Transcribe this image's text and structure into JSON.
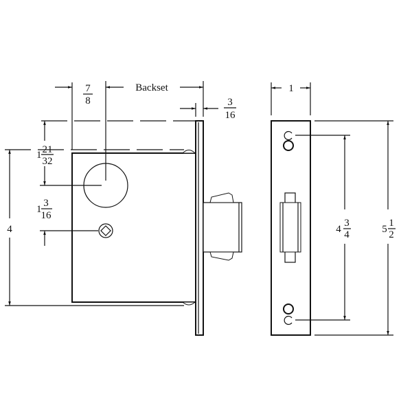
{
  "dimensions": {
    "seven_eighths": {
      "num": "7",
      "den": "8"
    },
    "backset": "Backset",
    "three_sixteenths": {
      "num": "3",
      "den": "16"
    },
    "one_21_32": {
      "whole": "1",
      "num": "21",
      "den": "32"
    },
    "one_3_16": {
      "whole": "1",
      "num": "3",
      "den": "16"
    },
    "four": "4",
    "one": "1",
    "four_3_4": {
      "whole": "4",
      "num": "3",
      "den": "4"
    },
    "five_1_2": {
      "whole": "5",
      "num": "1",
      "den": "2"
    }
  }
}
